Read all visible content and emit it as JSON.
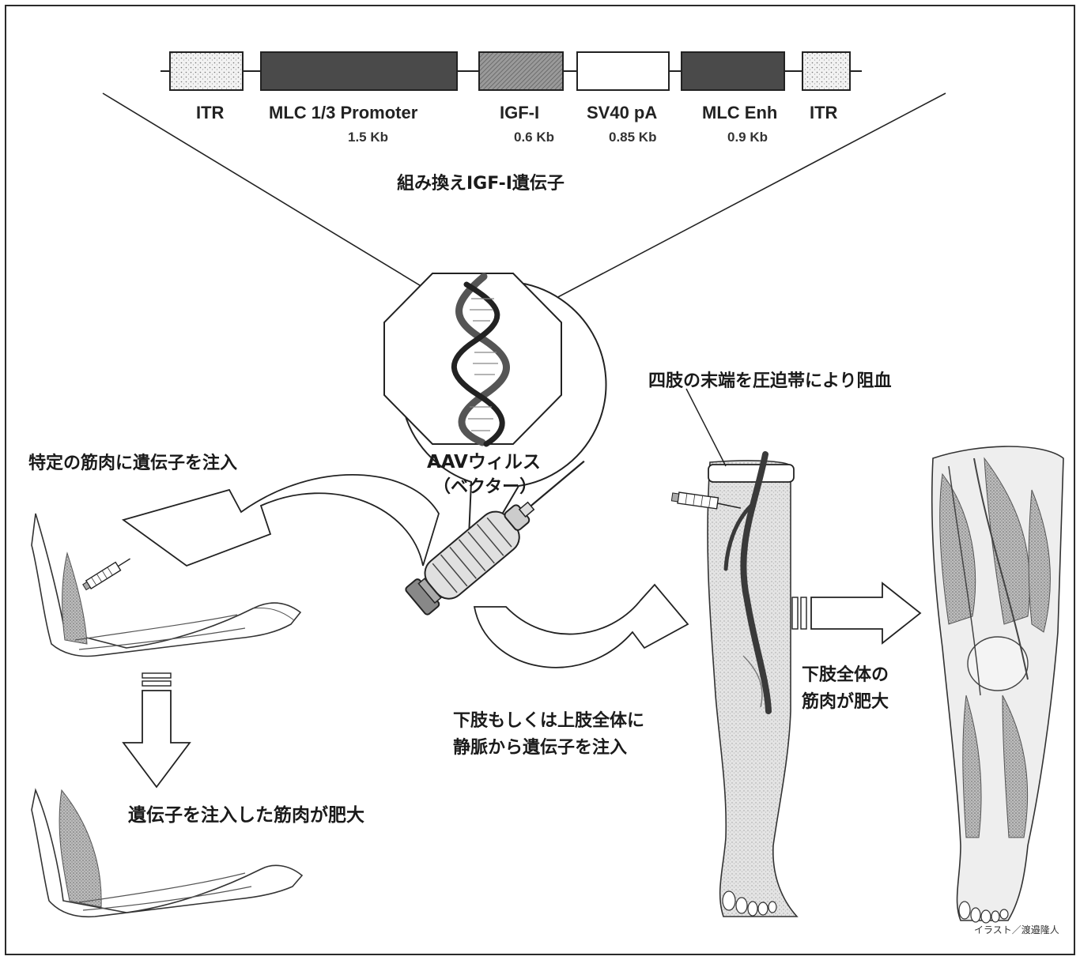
{
  "construct": {
    "segments": [
      {
        "label": "ITR",
        "size": "",
        "fill": "dots"
      },
      {
        "label": "MLC 1/3 Promoter",
        "size": "1.5 Kb",
        "fill": "#4a4a4a"
      },
      {
        "label": "IGF-I",
        "size": "0.6 Kb",
        "fill": "hatch"
      },
      {
        "label": "SV40 pA",
        "size": "0.85 Kb",
        "fill": "#ffffff"
      },
      {
        "label": "MLC Enh",
        "size": "0.9 Kb",
        "fill": "#4a4a4a"
      },
      {
        "label": "ITR",
        "size": "",
        "fill": "dots"
      }
    ],
    "caption": "組み換えIGF-I遺伝子"
  },
  "virus": {
    "label": "AAVウィルス",
    "sublabel": "（ベクター）"
  },
  "local": {
    "title": "特定の筋肉に遺伝子を注入",
    "result": "遺伝子を注入した筋肉が肥大"
  },
  "systemic": {
    "tourniquet": "四肢の末端を圧迫帯により阻血",
    "injection_line1": "下肢もしくは上肢全体に",
    "injection_line2": "静脈から遺伝子を注入",
    "result_line1": "下肢全体の",
    "result_line2": "筋肉が肥大"
  },
  "credit": "イラスト／渡邉隆人",
  "colors": {
    "ink": "#1a1a1a",
    "dark_block": "#4a4a4a",
    "muscle_shade": "#9a9a9a",
    "skin_shade": "#d8d8d8"
  }
}
